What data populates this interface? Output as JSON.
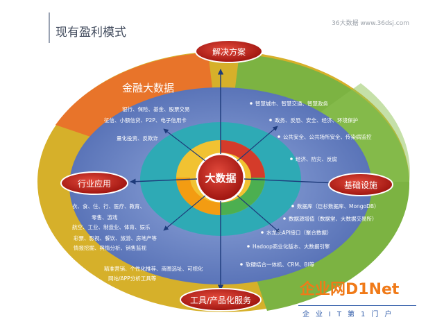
{
  "header": {
    "title": "现有盈利模式",
    "source": "36大数据 www.36dsj.com"
  },
  "center": {
    "label": "大数据"
  },
  "badges": {
    "top": "解决方案",
    "left": "行业应用",
    "right": "基础设施",
    "bottom": "工具/产品化服务"
  },
  "finance": {
    "title": "金融大数据",
    "lines": [
      "银行、保险、基金、股票交易",
      "征信、小额信贷、P2P、电子信用卡",
      "量化投资、反欺诈"
    ]
  },
  "solutions": {
    "lines": [
      "智慧城市、智慧交通、智慧政务",
      "政务、反恐、安全、经济、环境保护",
      "公共安全、公共场所安全、传染病监控",
      "经济、防灾、反腐"
    ]
  },
  "industry": {
    "lines": [
      "衣、食、住、行、医疗、教育、",
      "零售、游戏",
      "航空、工业、制造业、体育、娱乐",
      "彩票、影视、餐饮、旅游、房地产等",
      "情报挖掘、舆情分析、销售监视"
    ]
  },
  "tools": {
    "lines": [
      "精准营销、个性化推荐、商圈选址、可视化",
      "网站/APP分析工具等"
    ]
  },
  "infra": {
    "lines": [
      "数据库（巨杉数据库、MongoDB）",
      "数据源增值（数据堂、大数据交易所）",
      "水龙头API接口（聚合数据）",
      "Hadoop商业化版本、大数据引擎",
      "软硬结合一体机、CRM、BI等"
    ]
  },
  "watermark": {
    "brand": "企业网D1Net",
    "slogan": "企业IT第1门户"
  },
  "colors": {
    "orange": "#e8742a",
    "green": "#7cb342",
    "yellow": "#d8b22a",
    "blue": "#6a86c6",
    "teal": "#2eaab5",
    "red": "#c8201e",
    "navy": "#1d3a7a"
  }
}
